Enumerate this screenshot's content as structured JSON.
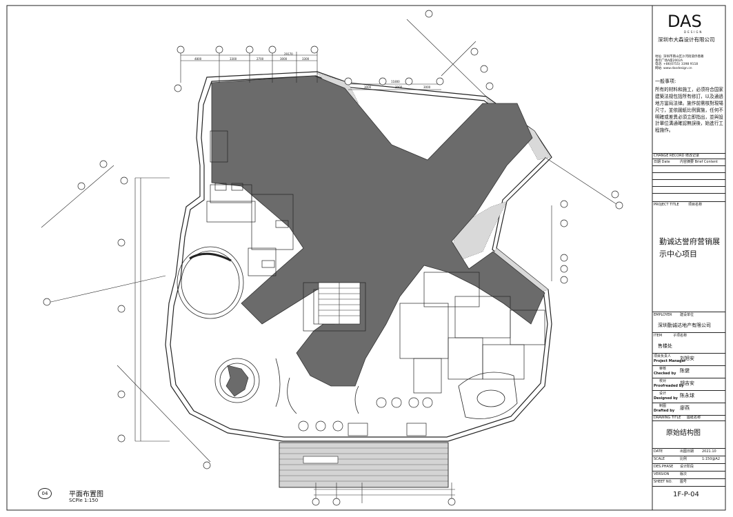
{
  "title_block": {
    "logo": "DAS",
    "logo_sub": "DESIGN",
    "company": "深圳市大森设计有限公司",
    "address_lines": [
      "地址: 深圳市南山区沙河街道侨香路",
      "香年广场A座2002A",
      "电话: +86(0755) 3398 9118",
      "网站: www.dasdesign.cn"
    ],
    "notes_title": "一般事项:",
    "notes_body": "所有的材料和施工，必须符合国家建築法规包括所有修訂，以及通過地方當局法律。施作前需核對現場尺寸，並依圖紙比例實施，任何不明確或差異必須立即指出，並與設計單位溝通確認無誤後，始進行工程施作。",
    "change_record_label": "CHANGE RECORD 修改记录",
    "change_date_label": "日期 Date",
    "change_content_label": "内容摘要 Brief Content",
    "project_title_label": "PROJECT TITLE",
    "project_title_cn_label": "项目名称",
    "project_name": "勤诚达誉府营销展示中心项目",
    "employer_label": "EMPLOYER",
    "employer_cn_label": "建设单位",
    "employer_name": "深圳勤诚达地产有限公司",
    "item_label": "ITEM",
    "item_cn_label": "子项名称",
    "item_name": "售楼处",
    "roles": [
      {
        "cn": "项目负责人",
        "en": "Project Manager",
        "name": "刘旭安"
      },
      {
        "cn": "审核",
        "en": "Checked by",
        "name": "陈健"
      },
      {
        "cn": "校对",
        "en": "Proofreaded by",
        "name": "胡吉安"
      },
      {
        "cn": "设计",
        "en": "Designed by",
        "name": "陈永球"
      },
      {
        "cn": "制图",
        "en": "Drafted by",
        "name": "廖燕"
      }
    ],
    "drawing_title_label": "DRAWING TITLE",
    "drawing_title_cn_label": "图纸名称",
    "drawing_title": "原始结构图",
    "meta": [
      {
        "en": "DATE",
        "cn": "出图日期",
        "value": "2021.10"
      },
      {
        "en": "SCALE",
        "cn": "比例",
        "value": "1:150@A2"
      },
      {
        "en": "DES.PHASE",
        "cn": "设计阶段",
        "value": ""
      },
      {
        "en": "VERSION",
        "cn": "版次",
        "value": ""
      },
      {
        "en": "SHEET NO.",
        "cn": "图号",
        "value": ""
      }
    ],
    "sheet_no": "1F-P-04"
  },
  "plan": {
    "number": "04",
    "title": "平面布置图",
    "scale": "SCPle 1:150",
    "top_dims": [
      "4800",
      "3300",
      "2700",
      "3000",
      "3300"
    ],
    "top_total": "29170",
    "right_dims": [
      "3000",
      "3000",
      "3000"
    ],
    "right_total": "11800"
  },
  "colors": {
    "slab": "#6b6b6b",
    "line": "#1a1a1a",
    "paper": "#ffffff"
  }
}
